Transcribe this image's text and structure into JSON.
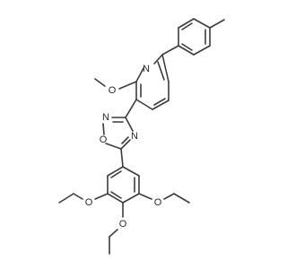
{
  "molecule": {
    "atom_labels": {
      "n_pyridine": "N",
      "o_methoxy": "O",
      "n_oxadiazole_top": "N",
      "o_oxadiazole": "O",
      "n_oxadiazole_right": "N",
      "o_ethoxy_left": "O",
      "o_ethoxy_right": "O",
      "o_ethoxy_bottom": "O"
    }
  },
  "colors": {
    "bond": "#3c3c3c",
    "label": "#2a2a2a",
    "background": "#ffffff"
  }
}
